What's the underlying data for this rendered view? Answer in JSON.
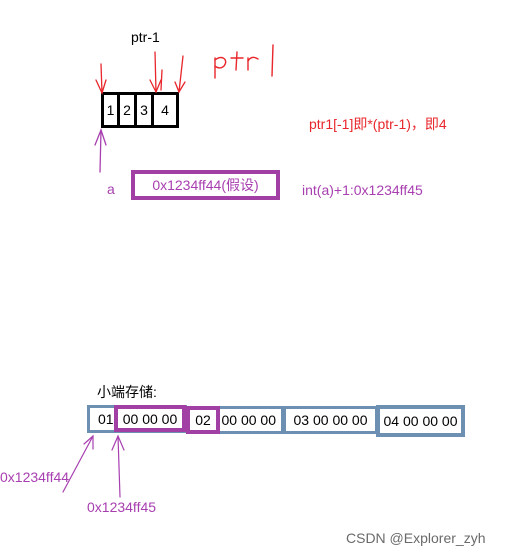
{
  "labels": {
    "ptr_minus_1": "ptr-1",
    "ptr1_handwritten": "ptr1",
    "a_label": "a",
    "address_assumed": "0x1234ff44(假设)",
    "int_a_plus_1": "int(a)+1:0x1234ff45",
    "ptr1_explanation": "ptr1[-1]即*(ptr-1)，即4",
    "little_endian_title": "小端存储:",
    "addr_ff44": "0x1234ff44",
    "addr_ff45": "0x1234ff45",
    "watermark": "CSDN @Explorer_zyh"
  },
  "array_cells": [
    "1",
    "2",
    "3",
    "4"
  ],
  "memory_cells": [
    "01",
    "00 00 00",
    "02",
    "00 00 00",
    "03 00 00 00",
    "04 00 00 00"
  ],
  "colors": {
    "red": "#e8262b",
    "purple": "#a83fb0",
    "blue_border": "#6d8fb2",
    "black": "#000000"
  }
}
